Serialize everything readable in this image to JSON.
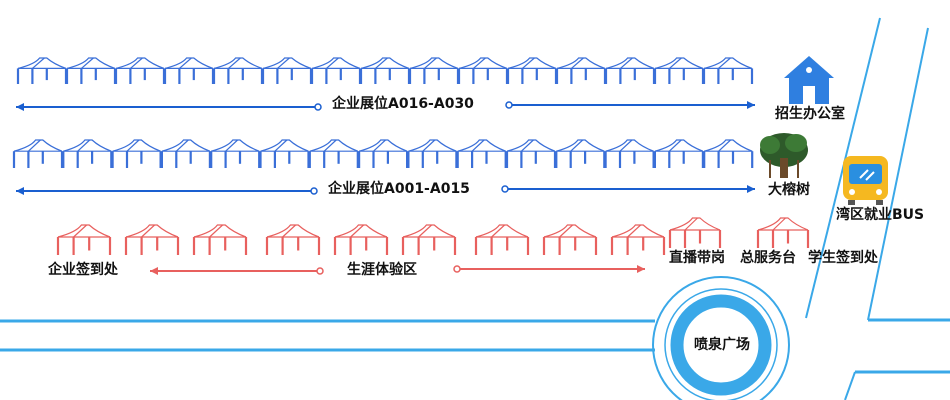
{
  "labels": {
    "row_top": "企业展位A016-A030",
    "row_mid": "企业展位A001-A015",
    "experience": "生涯体验区",
    "company_checkin": "企业签到处",
    "admissions_office": "招生办公室",
    "banyan_tree": "大榕树",
    "bus": "湾区就业BUS",
    "livestream": "直播带岗",
    "service_desk": "总服务台",
    "student_checkin": "学生签到处",
    "fountain": "喷泉广场"
  },
  "booths": {
    "row_top_count": 15,
    "row_mid_count": 15,
    "experience_count": 9
  },
  "colors": {
    "blue_tent": "#3a6fd8",
    "arrow_blue": "#1a5fd0",
    "red": "#e8605e",
    "road": "#3aa8e8",
    "house": "#2f7fe0",
    "bus": "#f5b820"
  }
}
